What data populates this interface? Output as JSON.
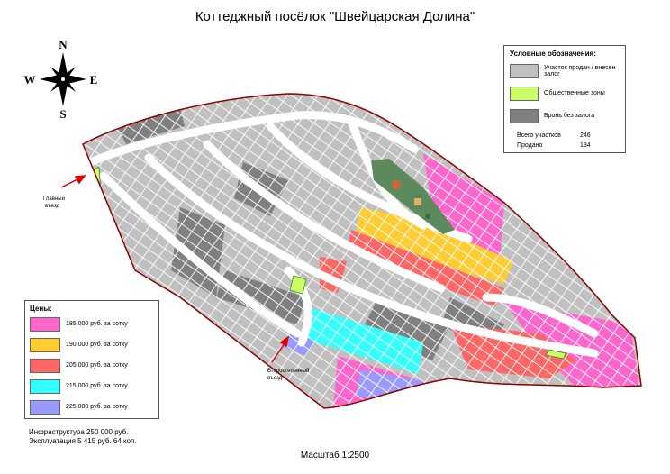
{
  "title": "Коттеджный посёлок \"Швейцарская Долина\"",
  "compass": {
    "n": "N",
    "s": "S",
    "w": "W",
    "e": "E"
  },
  "status_legend": {
    "heading": "Условные обозначения:",
    "items": [
      {
        "label": "Участок продан / внесен залог",
        "color": "#c0c0c0"
      },
      {
        "label": "Общественные зоны",
        "color": "#ccff66"
      },
      {
        "label": "Бронь без залога",
        "color": "#808080"
      }
    ],
    "stats": [
      {
        "label": "Всего участков",
        "value": "246"
      },
      {
        "label": "Продано",
        "value": "134"
      }
    ]
  },
  "price_legend": {
    "heading": "Цены:",
    "items": [
      {
        "label": "185 000 руб. за сотку",
        "color": "#ff66cc"
      },
      {
        "label": "190 000 руб. за сотку",
        "color": "#ffcc33"
      },
      {
        "label": "205 000 руб. за сотку",
        "color": "#ff6666"
      },
      {
        "label": "215 000 руб. за сотку",
        "color": "#33ffff"
      },
      {
        "label": "225 000 руб. за сотку",
        "color": "#9999ff"
      }
    ]
  },
  "infrastructure": "Инфраструктура 250 000 руб.",
  "exploitation": "Эксплуатация 5 415 руб. 64 коп.",
  "scale": "Масштаб 1:2500",
  "entrances": {
    "main": [
      "Главный",
      "въезд"
    ],
    "secondary": [
      "Второстепенный",
      "въезд"
    ]
  },
  "colors": {
    "road": "#ffffff",
    "boundary": "#8b0000",
    "arrow": "#dd0000",
    "grid": "#ffffff",
    "park": "#5c8a5c"
  }
}
